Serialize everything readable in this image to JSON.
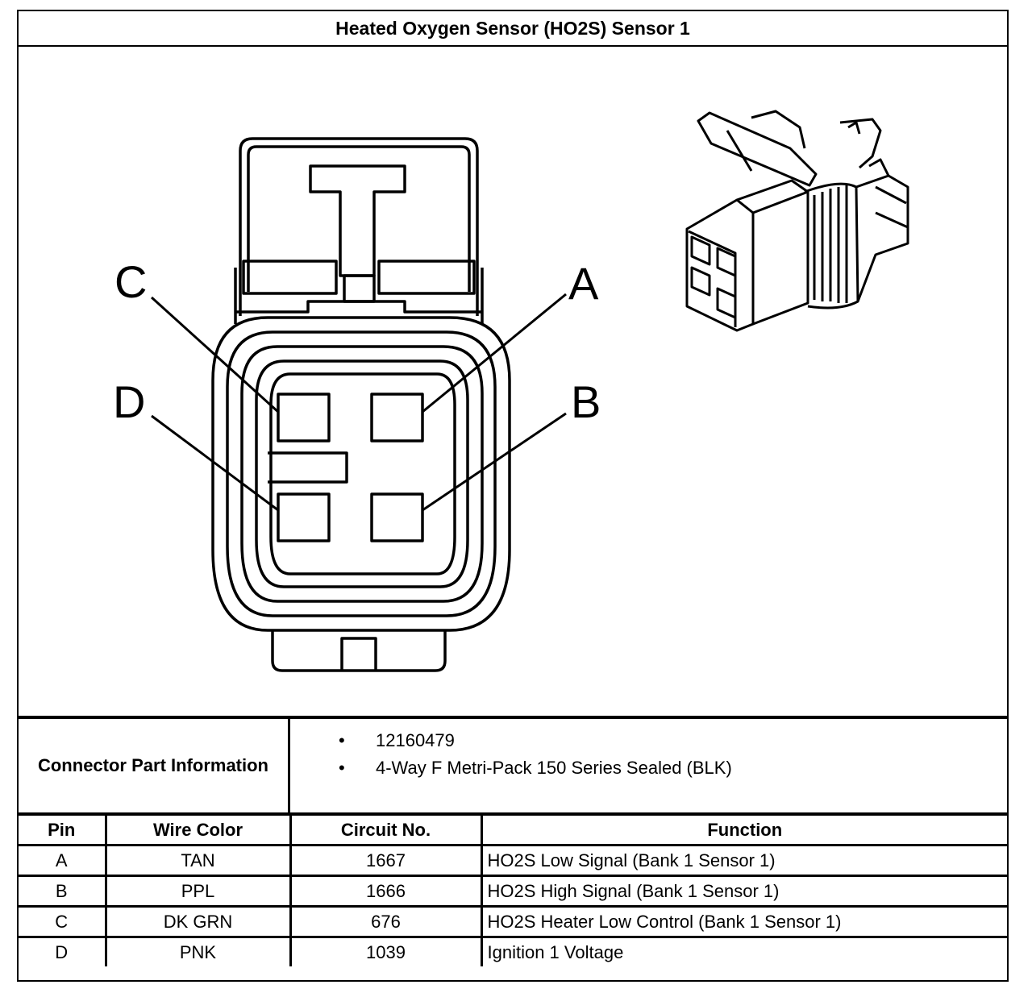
{
  "title": "Heated Oxygen Sensor (HO2S) Sensor 1",
  "diagram": {
    "pin_labels": [
      "A",
      "B",
      "C",
      "D"
    ]
  },
  "connector_info": {
    "label": "Connector Part Information",
    "items": [
      "12160479",
      "4-Way F Metri-Pack 150 Series Sealed (BLK)"
    ],
    "bullet": "•"
  },
  "pin_table": {
    "headers": [
      "Pin",
      "Wire Color",
      "Circuit No.",
      "Function"
    ],
    "rows": [
      [
        "A",
        "TAN",
        "1667",
        "HO2S Low Signal (Bank 1 Sensor 1)"
      ],
      [
        "B",
        "PPL",
        "1666",
        "HO2S High Signal (Bank 1 Sensor 1)"
      ],
      [
        "C",
        "DK GRN",
        "676",
        "HO2S Heater Low Control (Bank 1 Sensor 1)"
      ],
      [
        "D",
        "PNK",
        "1039",
        "Ignition 1 Voltage"
      ]
    ]
  }
}
